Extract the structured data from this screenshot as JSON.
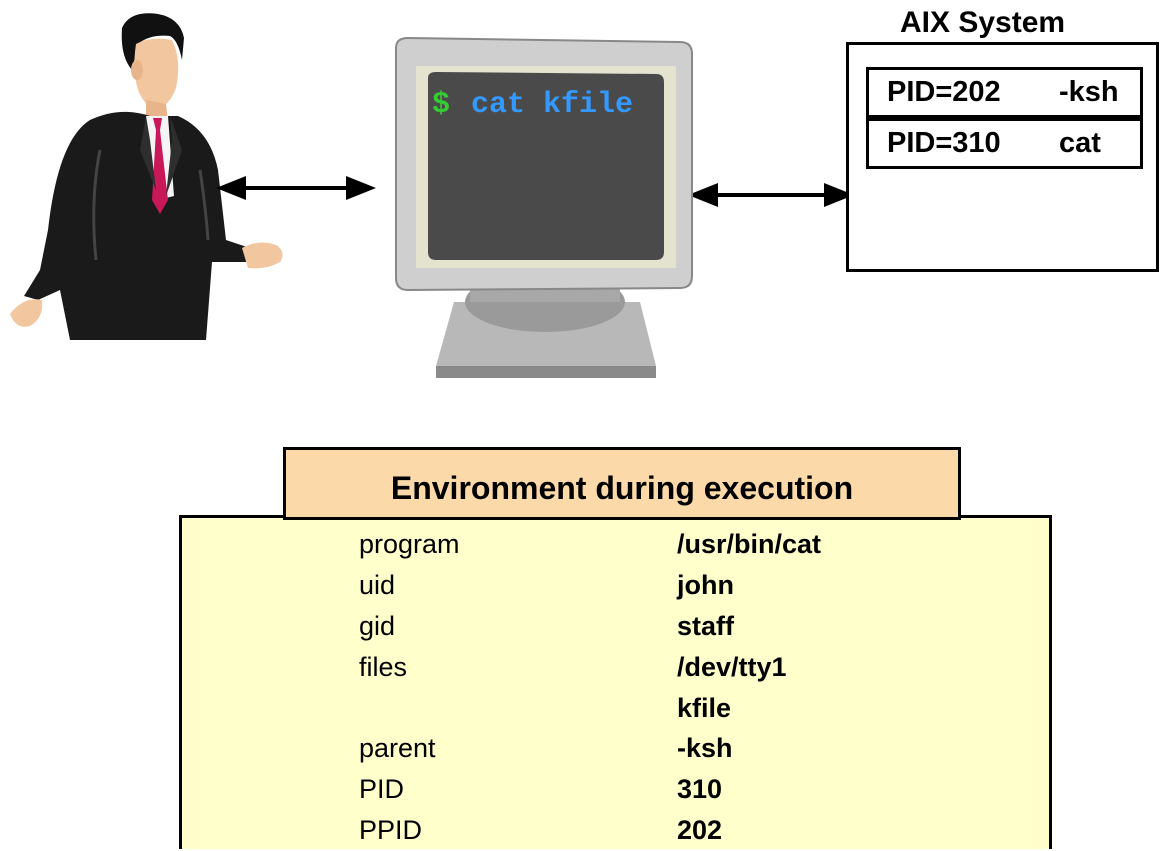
{
  "terminal": {
    "prompt": "$",
    "command": "cat kfile"
  },
  "aix_system": {
    "title": "AIX System",
    "processes": [
      {
        "pid": "PID=202",
        "command": "-ksh"
      },
      {
        "pid": "PID=310",
        "command": "cat"
      }
    ]
  },
  "environment": {
    "title": "Environment during execution",
    "rows": [
      {
        "key": "program",
        "value": "/usr/bin/cat"
      },
      {
        "key": "uid",
        "value": "john"
      },
      {
        "key": "gid",
        "value": "staff"
      },
      {
        "key": "files",
        "value": "/dev/tty1"
      },
      {
        "key": "",
        "value": "kfile"
      },
      {
        "key": "parent",
        "value": "-ksh"
      },
      {
        "key": "PID",
        "value": "310"
      },
      {
        "key": "PPID",
        "value": "202"
      }
    ]
  },
  "colors": {
    "prompt": "#33cc33",
    "command": "#3399ff",
    "screen": "#4a4a4a",
    "env_header_bg": "#fcd9a8",
    "env_panel_bg": "#ffffcc"
  }
}
